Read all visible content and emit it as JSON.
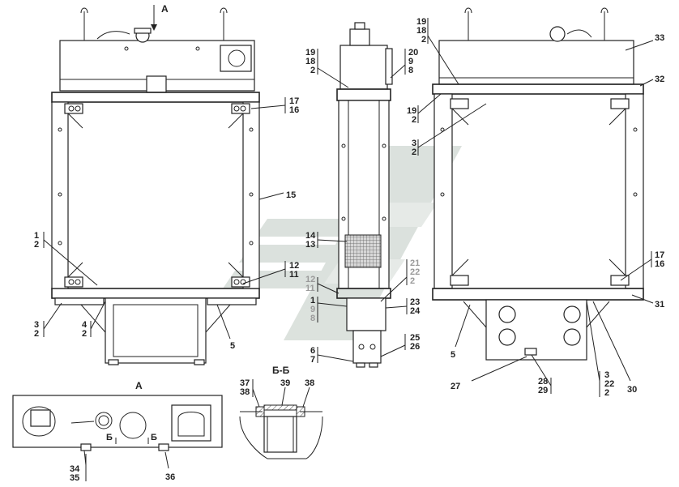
{
  "views": {
    "view_a_title": "А",
    "section_title": "Б-Б",
    "section_mark_1": "Б",
    "section_mark_2": "Б",
    "arrow_a": "А"
  },
  "callouts": {
    "front": [
      {
        "lines": [
          "17",
          "16"
        ]
      },
      {
        "lines": [
          "15"
        ]
      },
      {
        "lines": [
          "1",
          "2"
        ]
      },
      {
        "lines": [
          "12",
          "11"
        ]
      },
      {
        "lines": [
          "3",
          "2"
        ]
      },
      {
        "lines": [
          "4",
          "2"
        ]
      },
      {
        "lines": [
          "5"
        ]
      }
    ],
    "side": [
      {
        "lines": [
          "19",
          "18",
          "2"
        ]
      },
      {
        "lines": [
          "20",
          "9",
          "8"
        ]
      },
      {
        "lines": [
          "14",
          "13"
        ]
      },
      {
        "lines": [
          "21",
          "22",
          "2"
        ]
      },
      {
        "lines": [
          "12",
          "11"
        ]
      },
      {
        "lines": [
          "1",
          "9",
          "8"
        ]
      },
      {
        "lines": [
          "23",
          "24"
        ]
      },
      {
        "lines": [
          "25",
          "26"
        ]
      },
      {
        "lines": [
          "6",
          "7"
        ]
      }
    ],
    "rear": [
      {
        "lines": [
          "19",
          "18",
          "2"
        ]
      },
      {
        "lines": [
          "33"
        ]
      },
      {
        "lines": [
          "32"
        ]
      },
      {
        "lines": [
          "19",
          "2"
        ]
      },
      {
        "lines": [
          "3",
          "2"
        ]
      },
      {
        "lines": [
          "17",
          "16"
        ]
      },
      {
        "lines": [
          "31"
        ]
      },
      {
        "lines": [
          "5"
        ]
      },
      {
        "lines": [
          "27"
        ]
      },
      {
        "lines": [
          "28",
          "29"
        ]
      },
      {
        "lines": [
          "3",
          "22",
          "2"
        ]
      },
      {
        "lines": [
          "30"
        ]
      }
    ],
    "detail": [
      {
        "lines": [
          "34",
          "35"
        ]
      },
      {
        "lines": [
          "36"
        ]
      },
      {
        "lines": [
          "37",
          "38"
        ]
      },
      {
        "lines": [
          "39"
        ]
      },
      {
        "lines": [
          "38"
        ]
      }
    ]
  },
  "colors": {
    "line": "#222222",
    "watermark": "#c9d2cc",
    "grey_label": "#9a9a9a"
  }
}
